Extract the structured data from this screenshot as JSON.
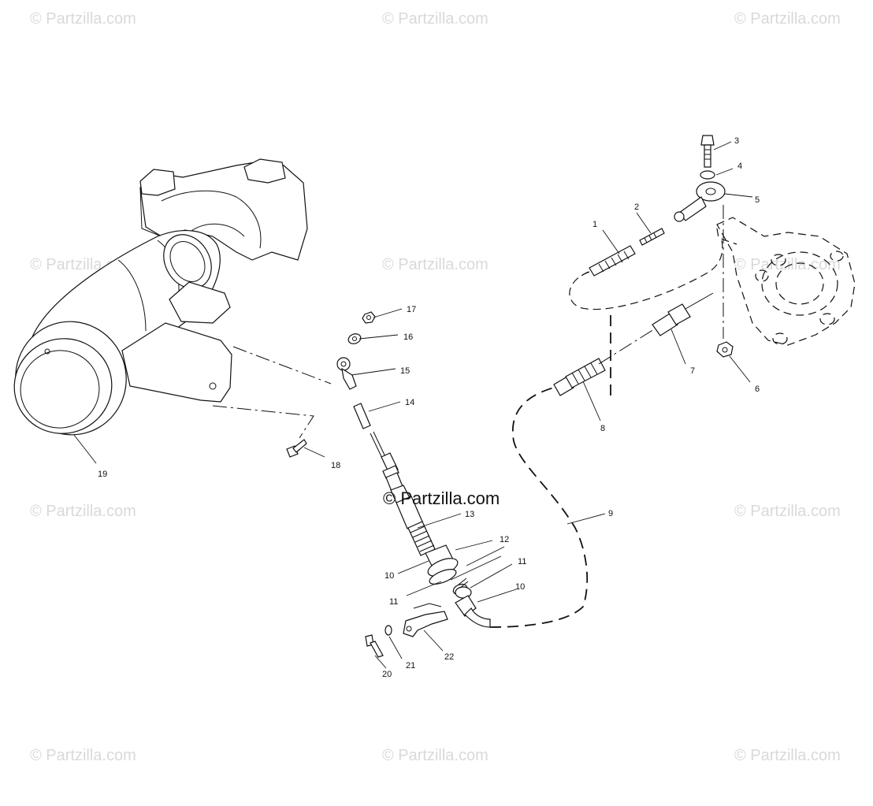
{
  "watermark": {
    "text": "© Partzilla.com",
    "center_text": "© Partzilla.com"
  },
  "callouts": {
    "c1": "1",
    "c2": "2",
    "c3": "3",
    "c4": "4",
    "c5": "5",
    "c6": "6",
    "c7": "7",
    "c8": "8",
    "c9": "9",
    "c10a": "10",
    "c10b": "10",
    "c11a": "11",
    "c11b": "11",
    "c12": "12",
    "c13": "13",
    "c14": "14",
    "c15": "15",
    "c16": "16",
    "c17": "17",
    "c18": "18",
    "c19": "19",
    "c20": "20",
    "c21": "21",
    "c22": "22"
  },
  "colors": {
    "line": "#111111",
    "watermark": "#d9d9d9",
    "background": "#ffffff"
  }
}
